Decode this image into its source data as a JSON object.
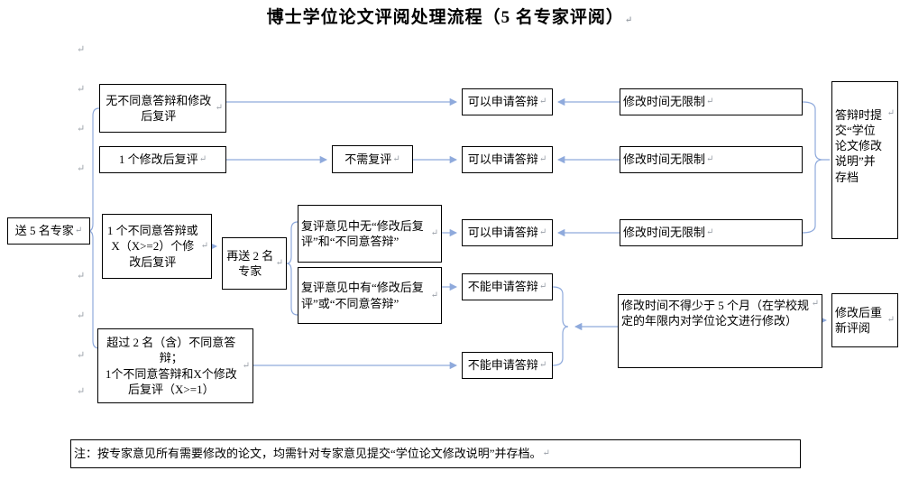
{
  "title": "博士学位论文评阅处理流程（5 名专家评阅）",
  "pilcrow": "↵",
  "accent_color": "#8faadc",
  "nodes": {
    "send5": "送 5 名专家",
    "no_disagree": "无不同意答辩和修改后复评",
    "one_revision": "1 个修改后复评",
    "no_rereview": "不需复评",
    "one_disagree_or_x": "1 个不同意答辩或 X（X>=2）个修改后复评",
    "resend2": "再送 2 名专家",
    "rereview_none": "复评意见中无“修改后复评”和“不同意答辩”",
    "rereview_has": "复评意见中有“修改后复评”或“不同意答辩”",
    "can1": "可以申请答辩",
    "can2": "可以申请答辩",
    "can3": "可以申请答辩",
    "cannot1": "不能申请答辩",
    "cannot2": "不能申请答辩",
    "unlimited1": "修改时间无限制",
    "unlimited2": "修改时间无限制",
    "unlimited3": "修改时间无限制",
    "over2_disagree": "超过 2 名（含）不同意答辩；\n1个不同意答辩和X个修改后复评（X>=1）",
    "min5months": "修改时间不得少于 5 个月（在学校规定的年限内对学位论文进行修改）",
    "archive": "答辩时提交“学位论文修改说明”并存档",
    "rereview_after": "修改后重新评阅",
    "note": "注：按专家意见所有需要修改的论文，均需针对专家意见提交“学位论文修改说明”并存档。"
  }
}
